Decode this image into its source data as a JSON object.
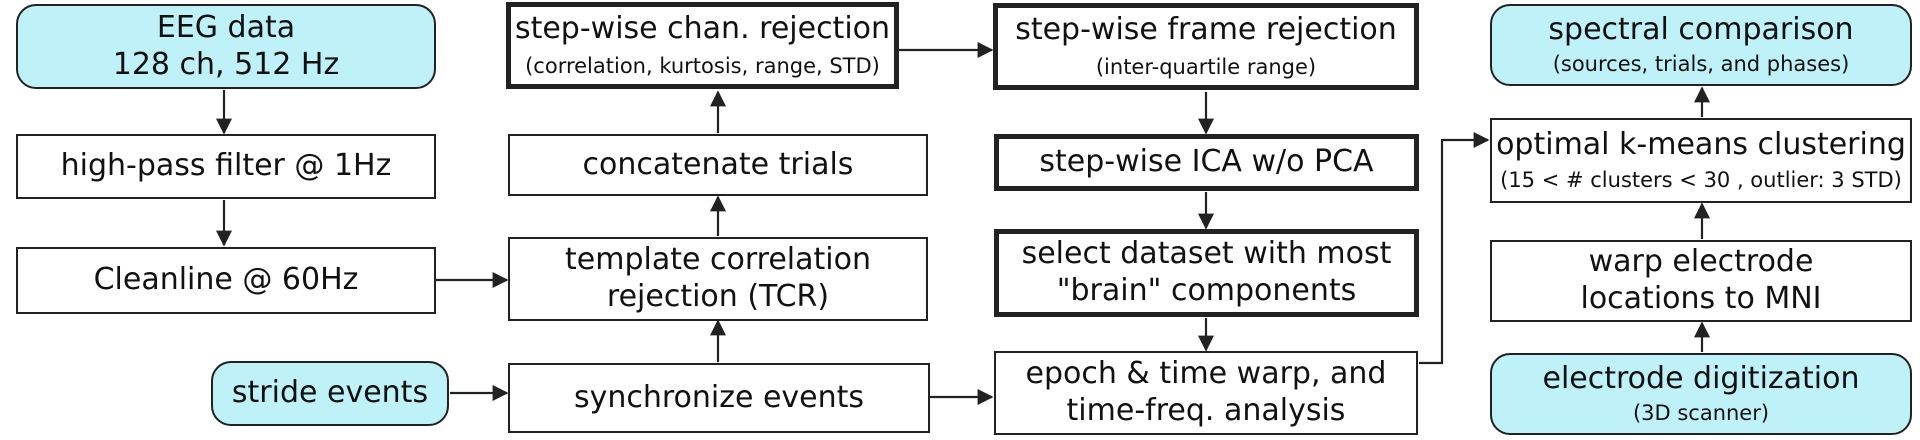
{
  "diagram": {
    "nodes": {
      "eeg_data": {
        "title": "EEG data",
        "title2": "128 ch, 512 Hz"
      },
      "high_pass": {
        "title": "high-pass filter @ 1Hz"
      },
      "cleanline": {
        "title": "Cleanline @ 60Hz"
      },
      "stride_events": {
        "title": "stride events"
      },
      "chan_rejection": {
        "title": "step-wise chan. rejection",
        "subtitle": "(correlation, kurtosis, range, STD)"
      },
      "concatenate": {
        "title": "concatenate trials"
      },
      "tcr": {
        "title": "template correlation",
        "title2": "rejection (TCR)"
      },
      "synchronize": {
        "title": "synchronize events"
      },
      "frame_rejection": {
        "title": "step-wise frame rejection",
        "subtitle": "(inter-quartile range)"
      },
      "ica": {
        "title": "step-wise ICA w/o PCA"
      },
      "select_dataset": {
        "title": "select dataset with most",
        "title2": "\"brain\" components"
      },
      "epoch": {
        "title": "epoch & time warp, and",
        "title2": "time-freq. analysis"
      },
      "spectral": {
        "title": "spectral comparison",
        "subtitle": "(sources, trials, and phases)"
      },
      "kmeans": {
        "title": "optimal k-means clustering",
        "subtitle": "(15 < # clusters < 30 , outlier: 3 STD)"
      },
      "warp": {
        "title": "warp electrode",
        "title2": "locations to MNI"
      },
      "digitization": {
        "title": "electrode digitization",
        "subtitle": "(3D scanner)"
      }
    },
    "colors": {
      "input_fill": "#bff1f8",
      "stroke": "#222222"
    }
  }
}
